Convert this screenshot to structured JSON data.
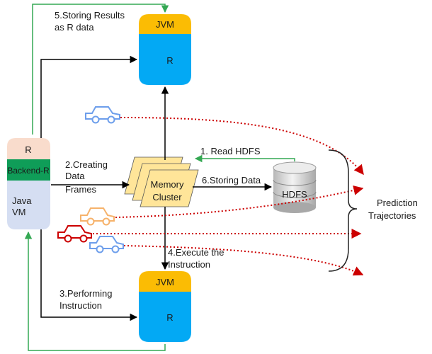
{
  "labels": {
    "step5_line1": "5.Storing Results",
    "step5_line2": "as R data",
    "step2_line1": "2.Creating",
    "step2_line2": "Data",
    "step2_line3": "Frames",
    "step1": "1. Read HDFS",
    "step6": "6.Storing Data",
    "step4_line1": "4.Execute the",
    "step4_line2": "Instruction",
    "step3_line1": "3.Performing",
    "step3_line2": "Instruction",
    "prediction_line1": "Prediction",
    "prediction_line2": "Trajectories"
  },
  "nodes": {
    "top_jvm": "JVM",
    "top_r": "R",
    "bottom_jvm": "JVM",
    "bottom_r": "R",
    "client_r": "R",
    "client_backend": "Backend-R",
    "client_java_line1": "Java",
    "client_java_line2": "VM",
    "memory_line1": "Memory",
    "memory_line2": "Cluster",
    "hdfs": "HDFS"
  },
  "colors": {
    "jvm": "#fbbc04",
    "r_box": "#03a9f4",
    "client_r": "#f9dccc",
    "backend_r": "#0f9d58",
    "java_vm": "#d5def2",
    "memory": "#ffe599",
    "green_arrow": "#34a853",
    "black_arrow": "#000000",
    "red_dotted": "#cc0000",
    "car_blue": "#6d9eeb",
    "car_orange": "#f6b26b",
    "car_red": "#cc0000"
  }
}
